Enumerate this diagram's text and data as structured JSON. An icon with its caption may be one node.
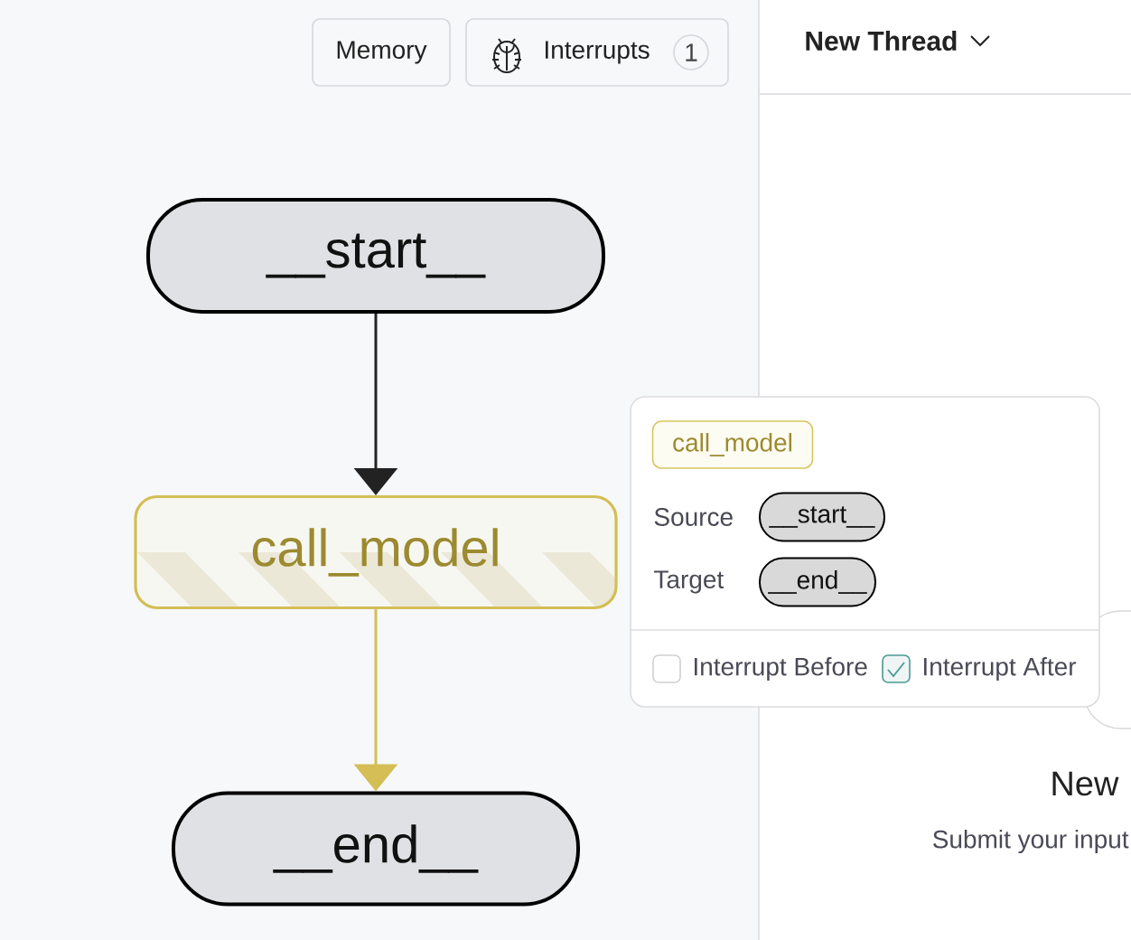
{
  "diagram": {
    "nodes": [
      {
        "text": [
          "Memory"
        ]
      },
      {
        "text": [
          "Interrupts",
          "1"
        ]
      },
      {
        "text": [
          "__start__"
        ]
      },
      {
        "text": [
          "call_model"
        ]
      },
      {
        "text": [
          "call_model"
        ]
      },
      {
        "text": [
          "__start__"
        ]
      },
      {
        "text": [
          "__end__"
        ]
      },
      {
        "text": [
          "__end__"
        ]
      }
    ],
    "edges": [
      {
        "from": 2,
        "to": 3,
        "arrow": "to"
      },
      {
        "from": 3,
        "to": 7,
        "arrow": "to",
        "color": "#d4be55"
      }
    ],
    "labels": [
      "New Thread",
      "Source",
      "Target",
      "Interrupt Before",
      "Interrupt After",
      "New",
      "Submit your input"
    ]
  }
}
